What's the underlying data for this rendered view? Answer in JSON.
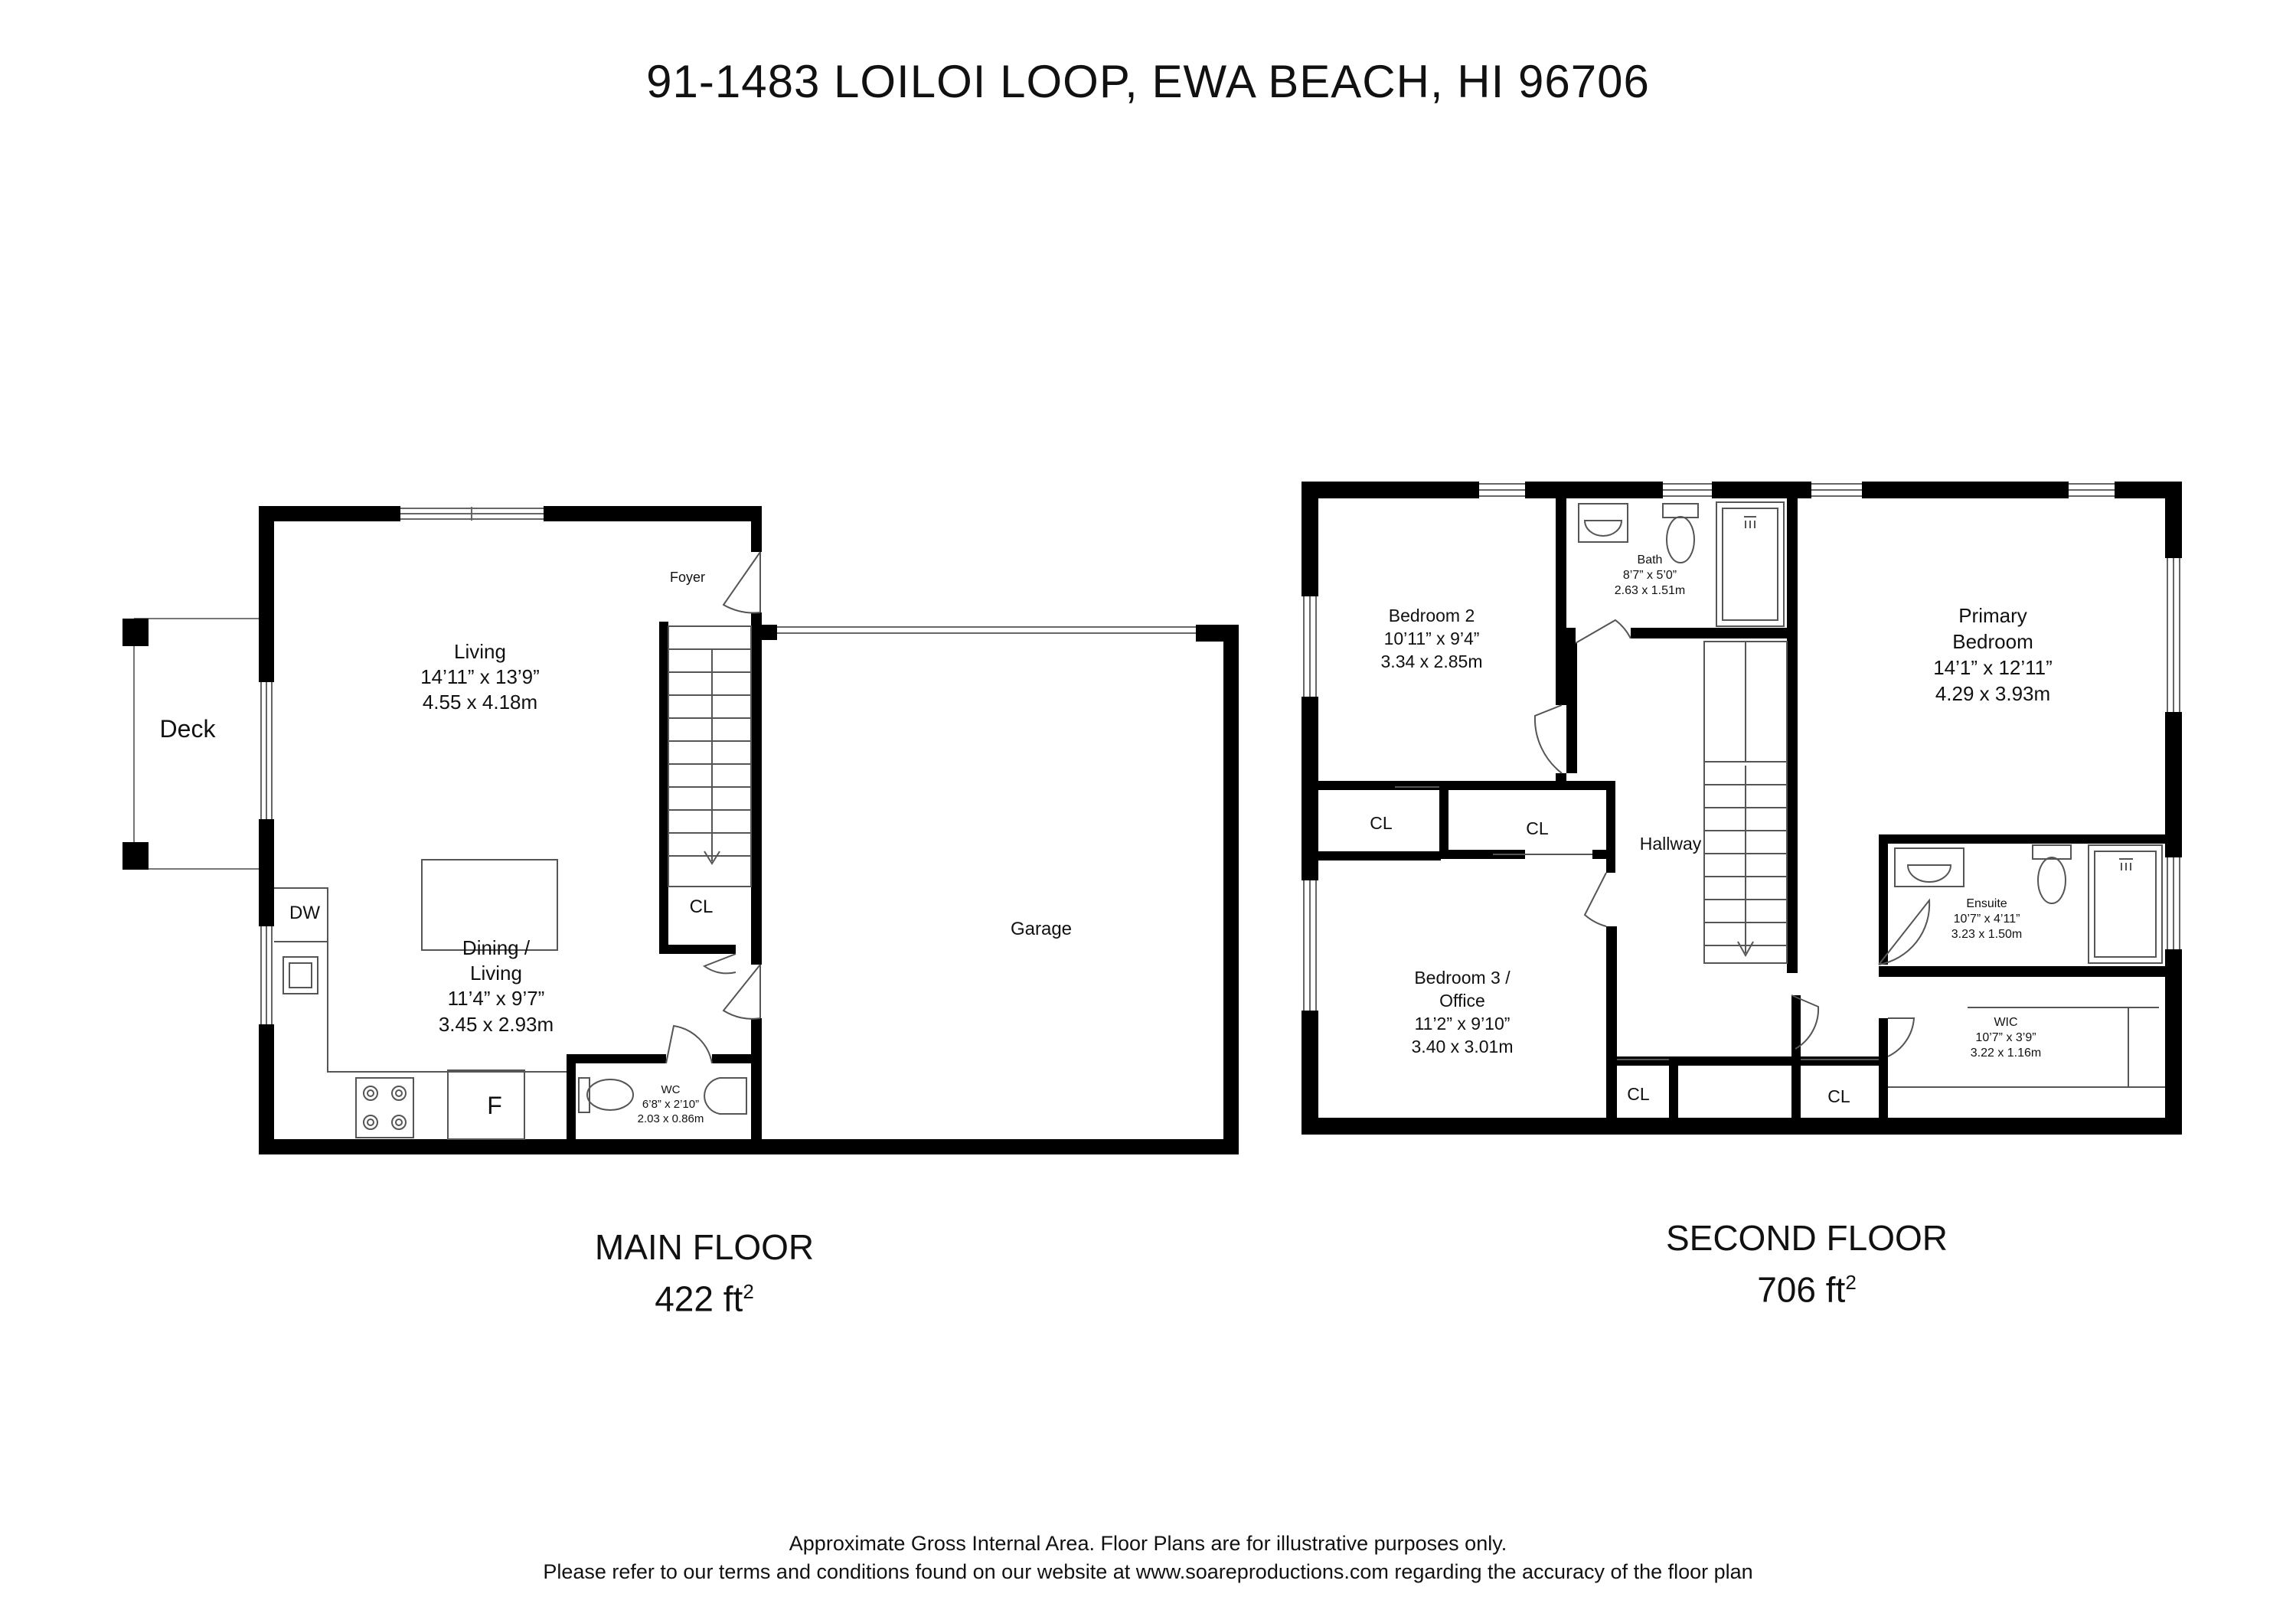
{
  "title": "91-1483 LOILOI LOOP, EWA BEACH, HI 96706",
  "floors": {
    "main": {
      "label": "MAIN FLOOR",
      "area_value": "422 ft",
      "area_sup": "2",
      "rooms": {
        "deck": "Deck",
        "foyer": "Foyer",
        "living": {
          "name": "Living",
          "imperial": "14’11” x 13’9”",
          "metric": "4.55 x 4.18m"
        },
        "cl": "CL",
        "dw": "DW",
        "dining": {
          "name1": "Dining /",
          "name2": "Living",
          "imperial": "11’4” x 9’7”",
          "metric": "3.45 x 2.93m"
        },
        "fridge": "F",
        "wc": {
          "name": "WC",
          "imperial": "6’8” x 2’10”",
          "metric": "2.03 x 0.86m"
        },
        "garage": "Garage"
      }
    },
    "second": {
      "label": "SECOND FLOOR",
      "area_value": "706 ft",
      "area_sup": "2",
      "rooms": {
        "bedroom2": {
          "name": "Bedroom 2",
          "imperial": "10’11” x 9’4”",
          "metric": "3.34 x 2.85m"
        },
        "bath": {
          "name": "Bath",
          "imperial": "8’7” x 5’0”",
          "metric": "2.63 x 1.51m"
        },
        "primary": {
          "name1": "Primary",
          "name2": "Bedroom",
          "imperial": "14’1” x 12’11”",
          "metric": "4.29 x 3.93m"
        },
        "cl1": "CL",
        "cl2": "CL",
        "hallway": "Hallway",
        "ensuite": {
          "name": "Ensuite",
          "imperial": "10’7” x 4’11”",
          "metric": "3.23 x 1.50m"
        },
        "bedroom3": {
          "name1": "Bedroom 3 /",
          "name2": "Office",
          "imperial": "11’2” x 9’10”",
          "metric": "3.40 x 3.01m"
        },
        "wic": {
          "name": "WIC",
          "imperial": "10’7” x 3’9”",
          "metric": "3.22 x 1.16m"
        },
        "cl3": "CL",
        "cl4": "CL"
      }
    }
  },
  "disclaimer": {
    "line1": "Approximate Gross Internal Area. Floor Plans are for illustrative purposes only.",
    "line2": "Please refer to our terms and conditions found on our website at www.soareproductions.com regarding the accuracy of the floor plan"
  },
  "colors": {
    "wall": "#000000",
    "thin_line": "#555555",
    "background": "#ffffff"
  }
}
